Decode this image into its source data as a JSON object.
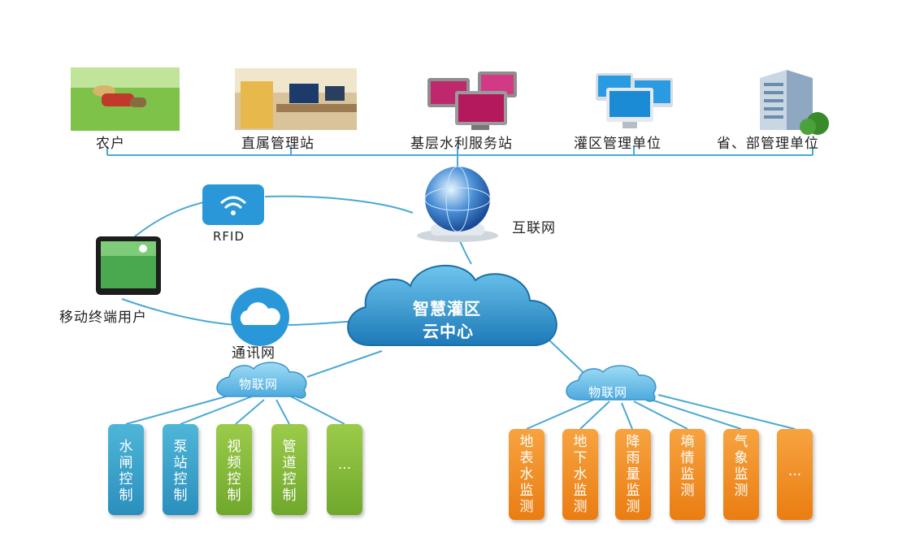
{
  "users": {
    "farmer": "农户",
    "direct_station": "直属管理站",
    "grassroots_station": "基层水利服务站",
    "irrigation_unit": "灌区管理单位",
    "province_unit": "省、部管理单位"
  },
  "internet_label": "互联网",
  "rfid_label": "RFID",
  "mobile_label": "移动终端用户",
  "telecom_label": "通讯网",
  "cloud_center": {
    "line1": "智慧灌区",
    "line2": "云中心"
  },
  "iot_left": {
    "label": "物联网",
    "items": [
      "水闸控制",
      "泵站控制",
      "视频控制",
      "管道控制",
      "..."
    ]
  },
  "iot_right": {
    "label": "物联网",
    "items": [
      "地表水监测",
      "地下水监测",
      "降雨量监测",
      "墒情监测",
      "气象监测",
      "..."
    ]
  },
  "colors": {
    "line": "#4aa9d4",
    "cloud": "#2d8ec8",
    "blue_box": "#3aa2cc",
    "green_box": "#86bb3c",
    "orange_box": "#f08e22"
  }
}
